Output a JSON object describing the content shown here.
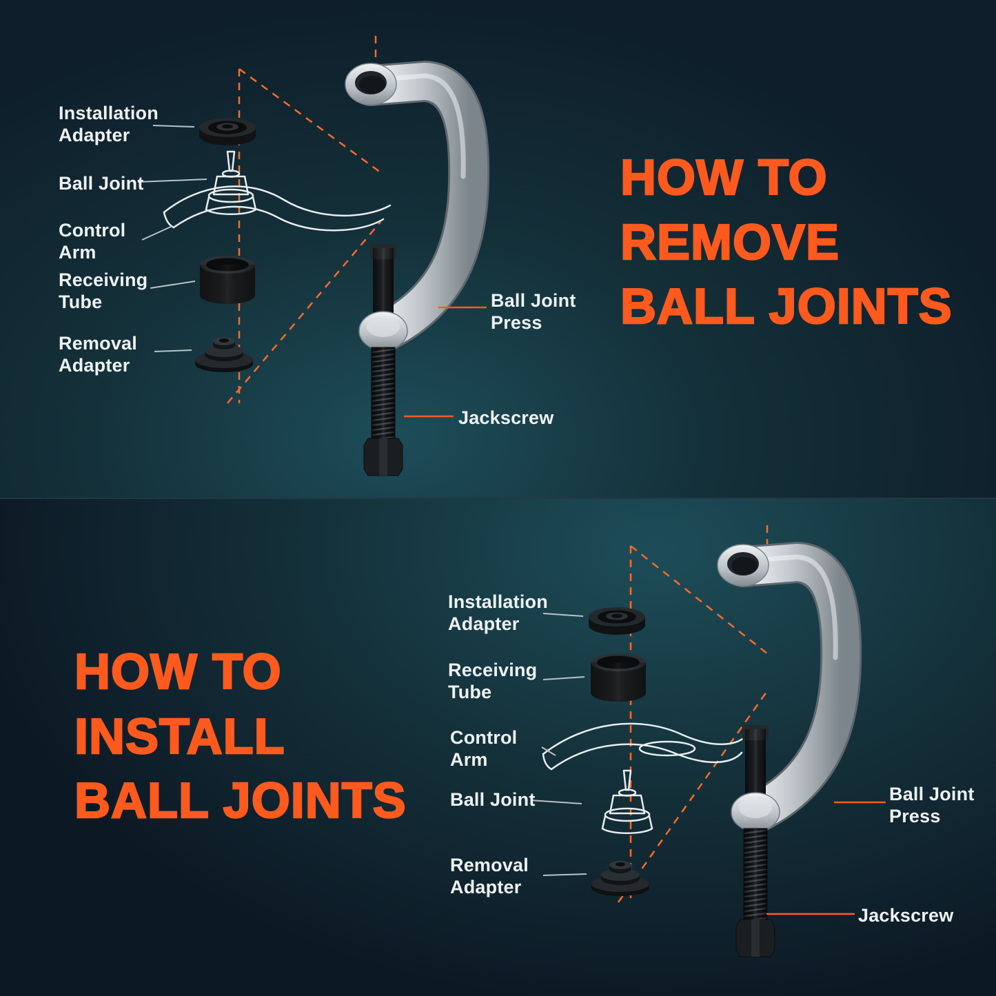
{
  "colors": {
    "accent": "#ff5a1e",
    "label_text": "#eef2f4",
    "background_dark": "#0c1824",
    "background_teal": "#1d4d59",
    "part_black": "#17191b",
    "press_silver": "#c7ccd1"
  },
  "remove_panel": {
    "headline": "HOW TO\nREMOVE\nBALL JOINTS",
    "labels": {
      "installation_adapter": "Installation\nAdapter",
      "ball_joint": "Ball Joint",
      "control_arm": "Control\nArm",
      "receiving_tube": "Receiving\nTube",
      "removal_adapter": "Removal\nAdapter",
      "ball_joint_press": "Ball Joint\nPress",
      "jackscrew": "Jackscrew"
    }
  },
  "install_panel": {
    "headline": "HOW TO\nINSTALL\nBALL JOINTS",
    "labels": {
      "installation_adapter": "Installation\nAdapter",
      "receiving_tube": "Receiving\nTube",
      "control_arm": "Control\nArm",
      "ball_joint": "Ball Joint",
      "removal_adapter": "Removal\nAdapter",
      "ball_joint_press": "Ball Joint\nPress",
      "jackscrew": "Jackscrew"
    }
  }
}
